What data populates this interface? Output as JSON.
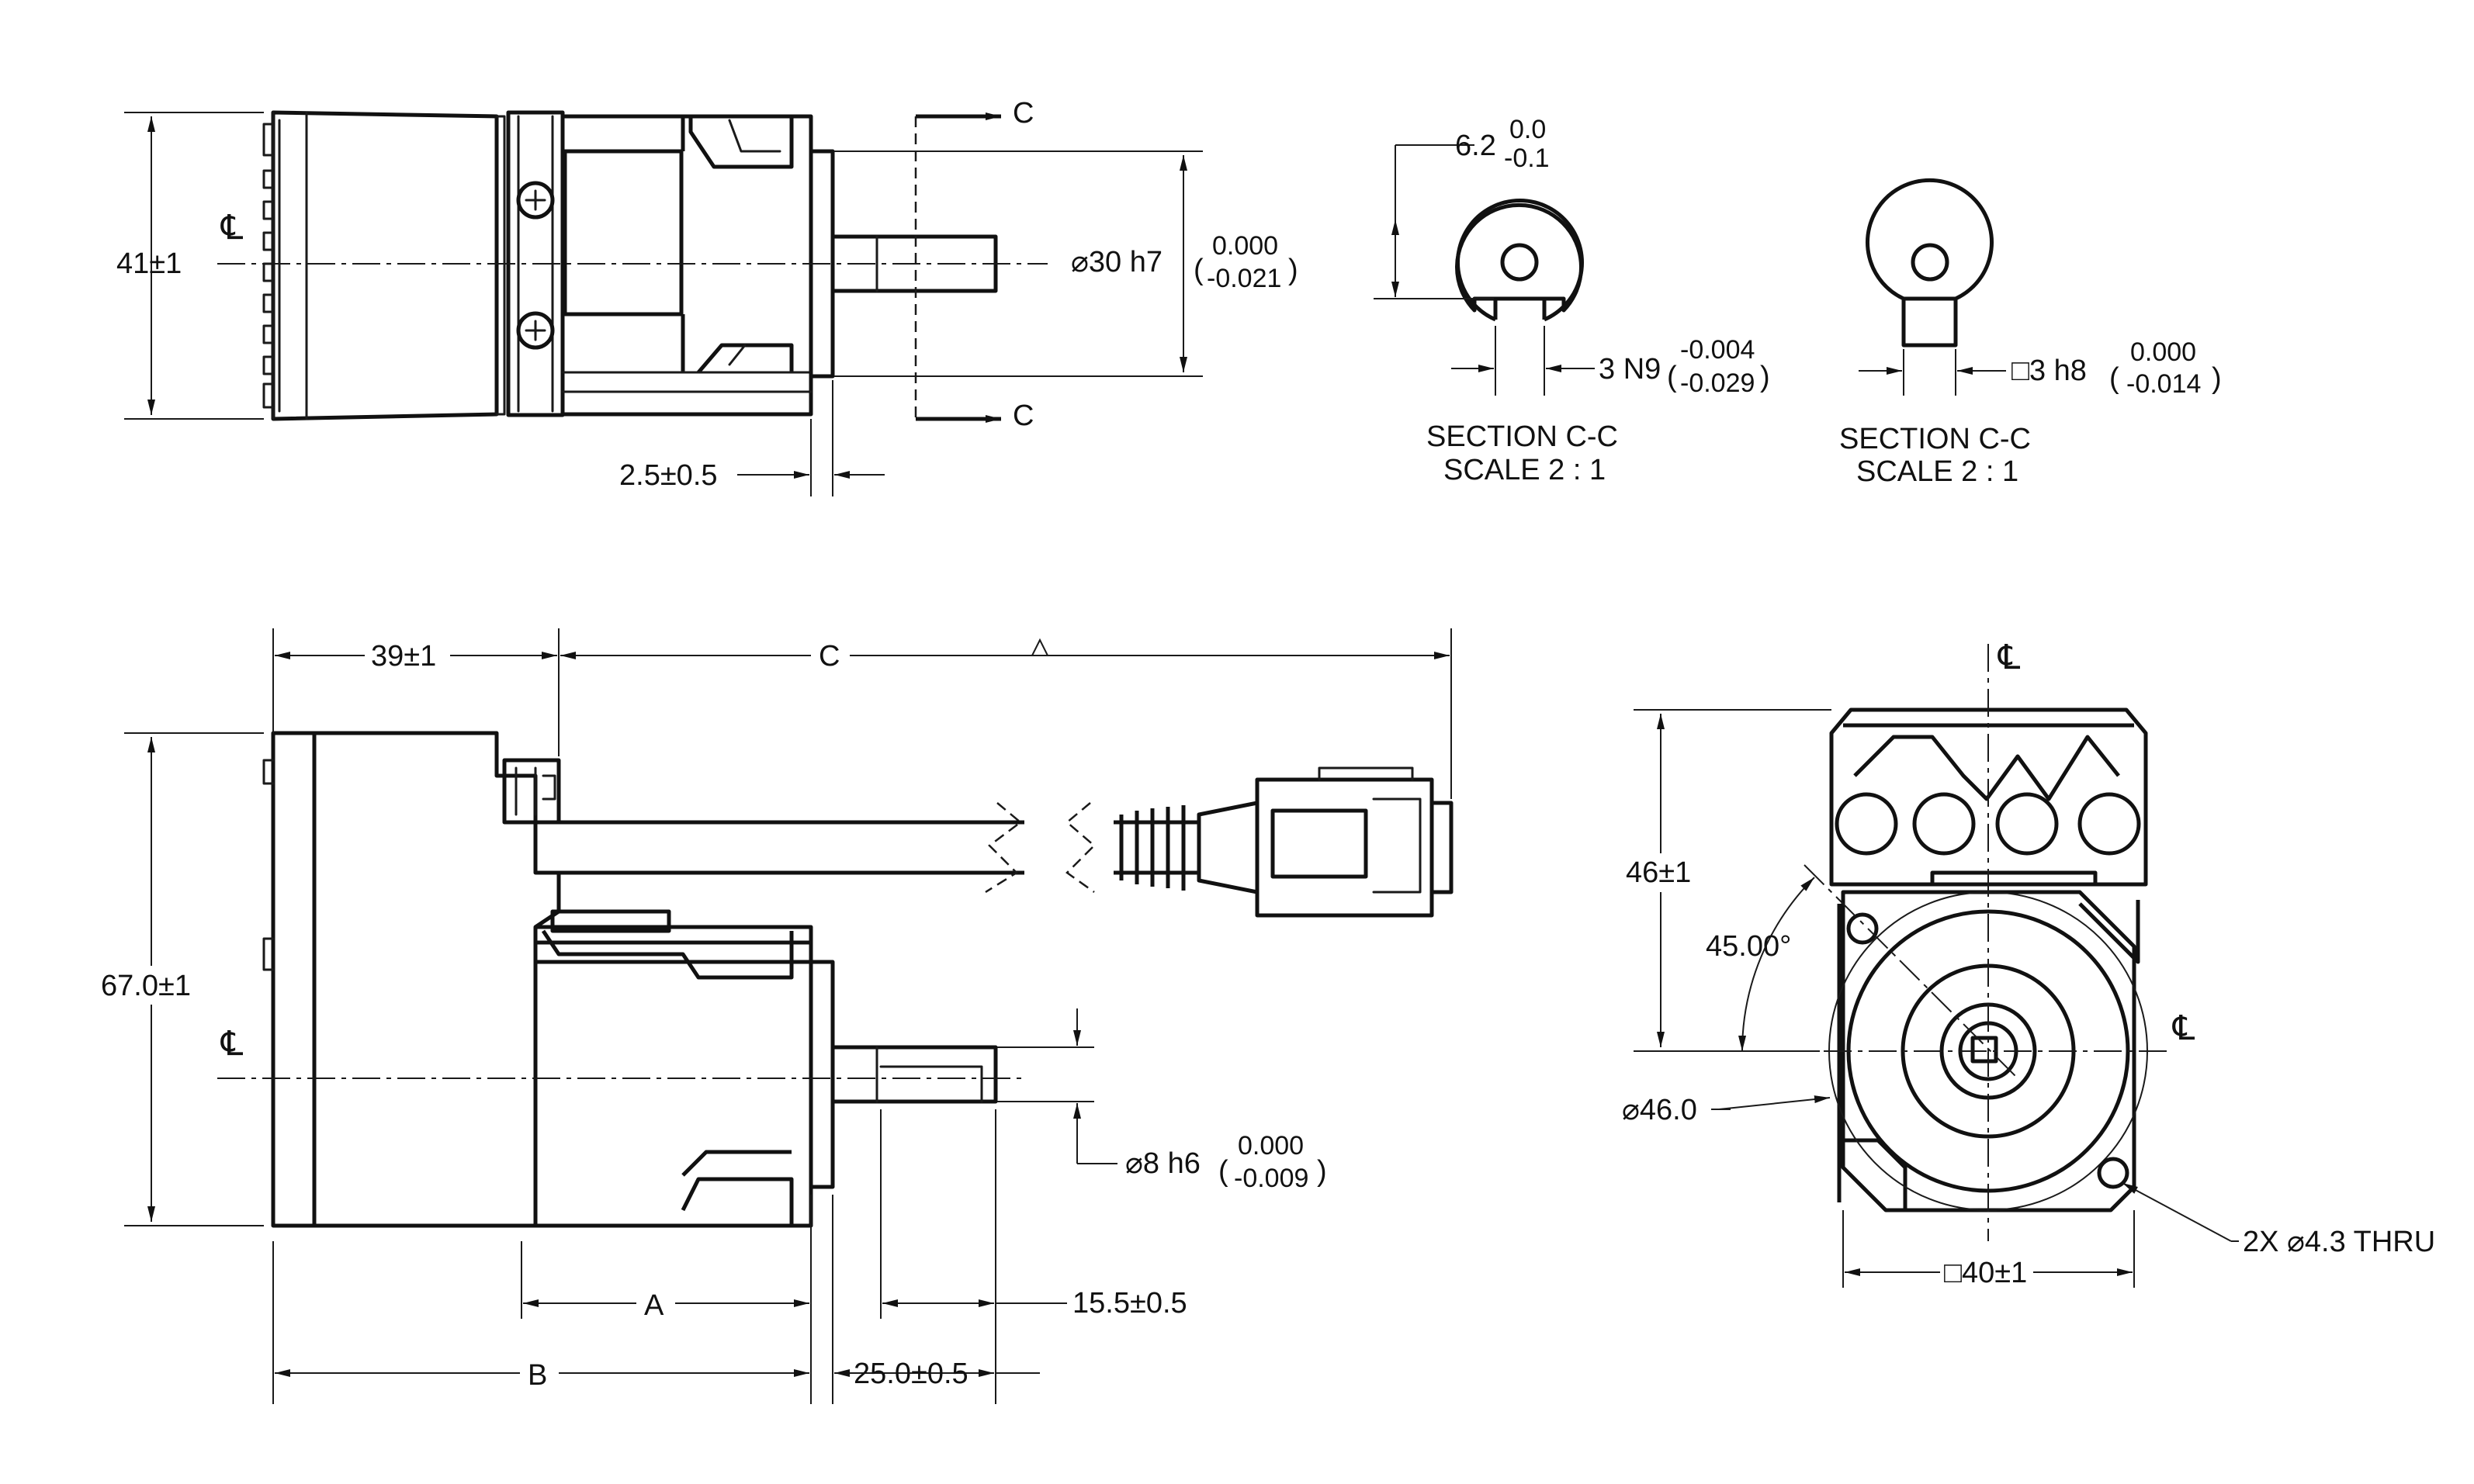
{
  "top_view": {
    "height_dim": "41±1",
    "shaft_dia": "⌀30 h7",
    "shaft_tol_upper": "0.000",
    "shaft_tol_lower": "-0.021",
    "offset_dim": "2.5±0.5",
    "section_marker": "C",
    "centerline": "℄"
  },
  "section_1": {
    "depth_nominal": "6.2",
    "depth_tol_upper": "0.0",
    "depth_tol_lower": "-0.1",
    "key_width": "3 N9",
    "key_tol_upper": "-0.004",
    "key_tol_lower": "-0.029",
    "title": "SECTION C-C",
    "scale": "SCALE 2 : 1"
  },
  "section_2": {
    "key_size": "□3 h8",
    "key_tol_upper": "0.000",
    "key_tol_lower": "-0.014",
    "title": "SECTION C-C",
    "scale": "SCALE 2 : 1"
  },
  "side_view": {
    "encoder_len": "39±1",
    "cable_len": "C",
    "height_dim": "67.0±1",
    "shaft_dia": "⌀8 h6",
    "shaft_tol_upper": "0.000",
    "shaft_tol_lower": "-0.009",
    "dim_a": "A",
    "dim_b": "B",
    "shaft_len": "25.0±0.5",
    "flat_len": "15.5±0.5",
    "centerline": "℄"
  },
  "front_view": {
    "height_dim": "46±1",
    "angle": "45.00°",
    "bolt_circle": "⌀46.0",
    "square": "□40±1",
    "holes": "2X ⌀4.3 THRU",
    "centerline_top": "℄",
    "centerline_right": "℄"
  }
}
